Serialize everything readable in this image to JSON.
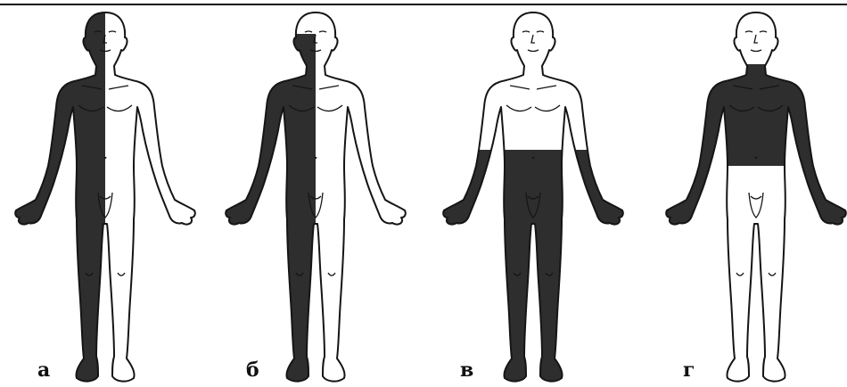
{
  "panels": [
    {
      "label": "а",
      "shading": "left-half-full"
    },
    {
      "label": "б",
      "shading": "left-half-below-eyes"
    },
    {
      "label": "в",
      "shading": "below-waist"
    },
    {
      "label": "г",
      "shading": "neck-to-waist-with-arms"
    }
  ],
  "colors": {
    "shade": "#2e2e2e",
    "outline": "#151515",
    "skin": "#ffffff"
  }
}
